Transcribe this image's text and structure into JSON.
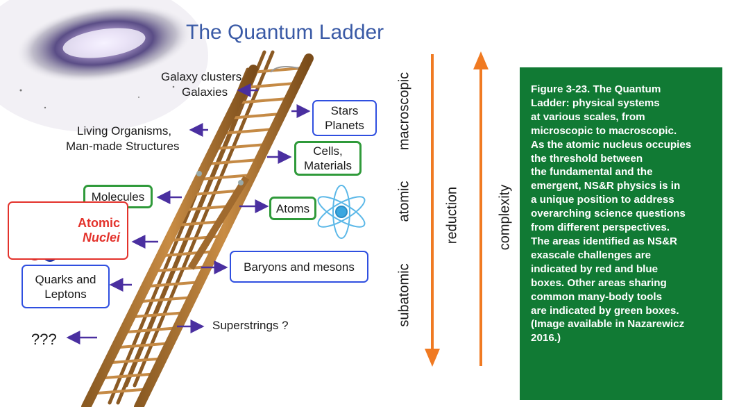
{
  "title": "The Quantum Ladder",
  "labels": {
    "galaxy_clusters": "Galaxy clusters",
    "galaxies": "Galaxies",
    "living_organisms": "Living Organisms,",
    "man_made": "Man-made Structures",
    "superstrings": "Superstrings ?",
    "unknown": "???"
  },
  "boxes": {
    "stars": "Stars",
    "planets": "Planets",
    "cells": "Cells,",
    "materials": "Materials",
    "molecules": "Molecules",
    "atoms": "Atoms",
    "atomic": "Atomic",
    "nuclei": "Nuclei",
    "baryons": "Baryons and mesons",
    "quarks": "Quarks and",
    "leptons": "Leptons"
  },
  "scale_words": {
    "subatomic": "subatomic",
    "atomic": "atomic",
    "macroscopic": "macroscopic",
    "reduction": "reduction",
    "complexity": "complexity"
  },
  "colors": {
    "arrow_orange": "#f07a22",
    "caption_bg": "#117a34",
    "box_blue": "#2f4fe0",
    "box_green": "#2f9a3a",
    "box_red": "#e3322b",
    "pointer_purple": "#4a2fa0"
  },
  "caption_lines": [
    "Figure 3-23. The Quantum",
    "Ladder: physical systems",
    "at various scales, from",
    "microscopic to macroscopic.",
    "As the atomic nucleus occupies",
    "the threshold between",
    "the fundamental and the",
    "emergent, NS&R physics is in",
    "a unique position to address",
    "overarching science questions",
    "from different perspectives.",
    "The areas identified as NS&R",
    "exascale challenges are",
    "indicated by red and blue",
    "boxes. Other areas sharing",
    "common many-body tools",
    "are indicated by green boxes.",
    "(Image available in Nazarewicz",
    "2016.)"
  ]
}
